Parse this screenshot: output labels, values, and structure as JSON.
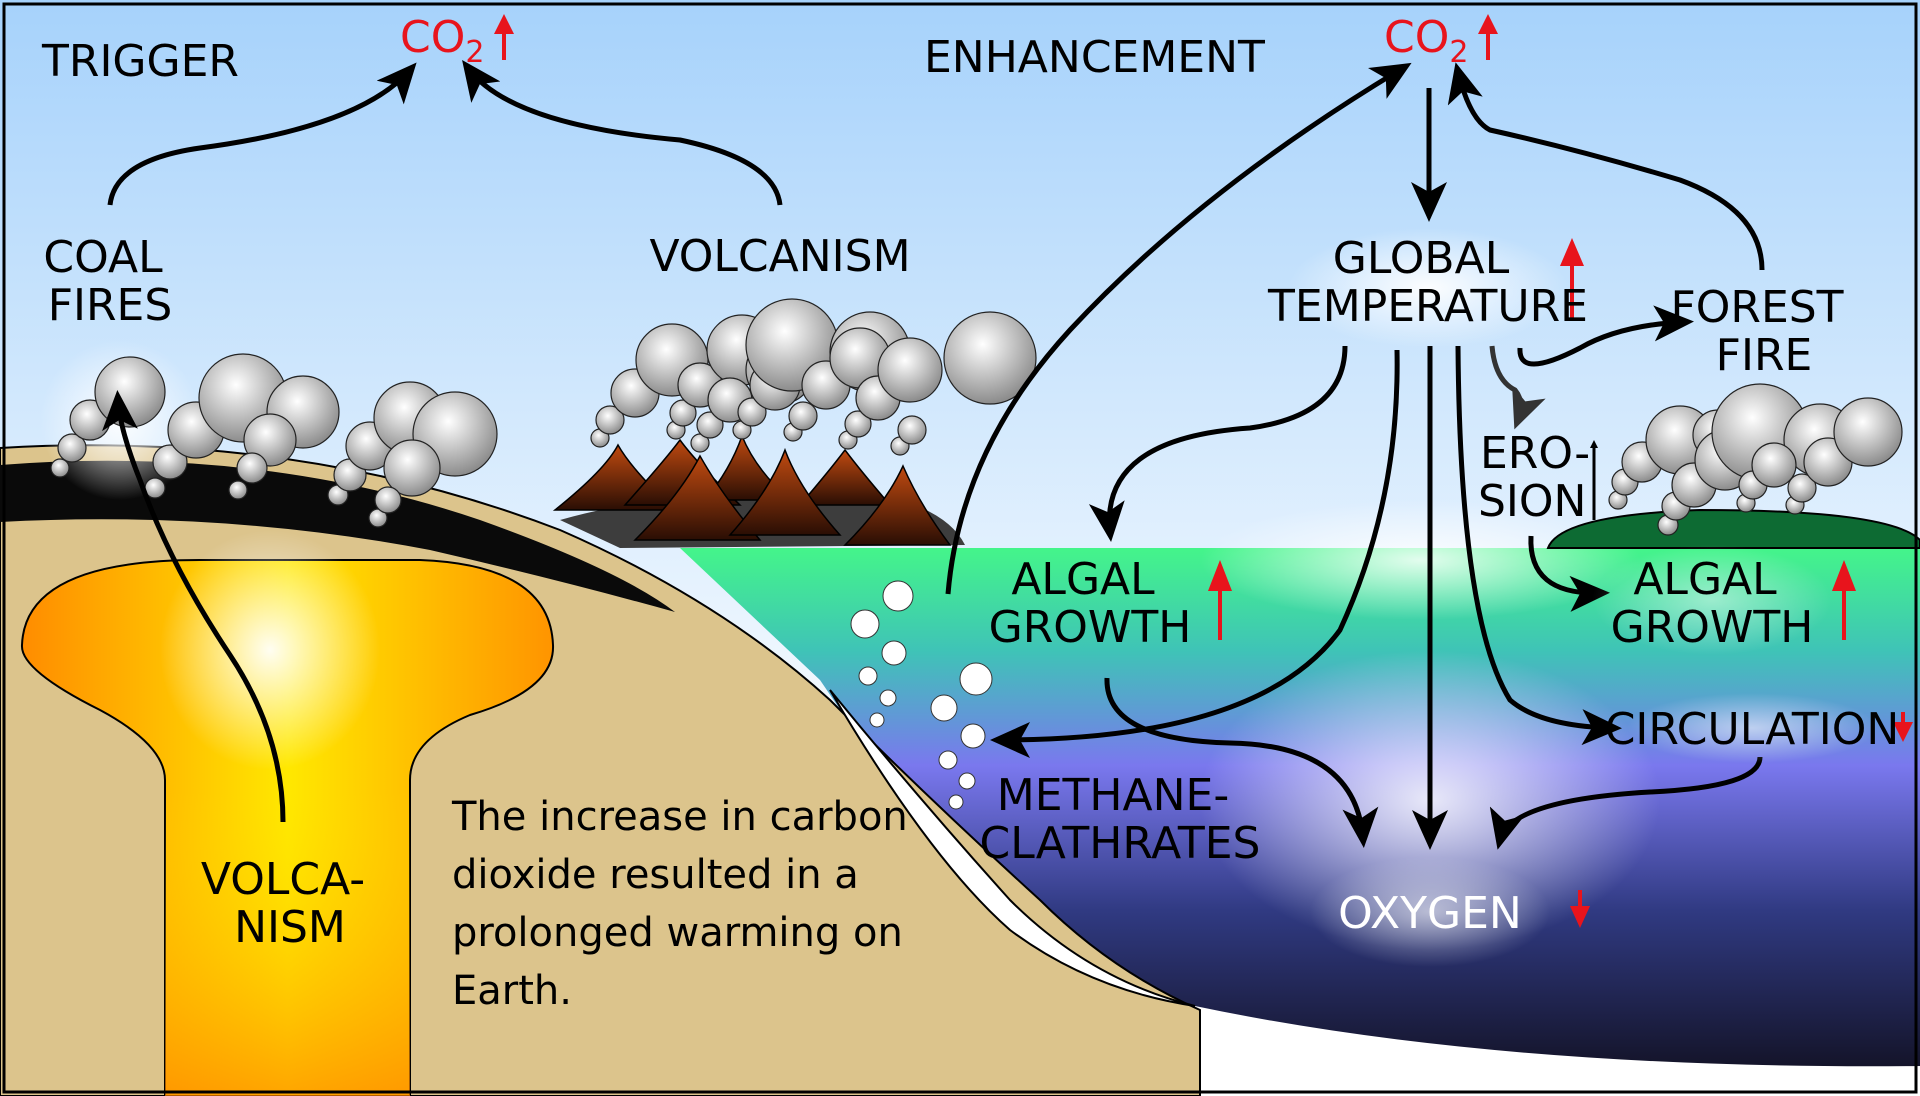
{
  "sections": {
    "trigger": "TRIGGER",
    "enhancement": "ENHANCEMENT"
  },
  "co2": {
    "label": "CO",
    "subscript": "2"
  },
  "labels": {
    "coal_fires_line1": "COAL",
    "coal_fires_line2": "FIRES",
    "volcanism": "VOLCANISM",
    "volcanism_underground_line1": "VOLCA-",
    "volcanism_underground_line2": "NISM",
    "global_temperature_line1": "GLOBAL",
    "global_temperature_line2": "TEMPERATURE",
    "forest_fire_line1": "FOREST",
    "forest_fire_line2": "FIRE",
    "erosion_line1": "ERO-",
    "erosion_line2": "SION",
    "algal_growth_line1": "ALGAL",
    "algal_growth_line2": "GROWTH",
    "circulation": "CIRCULATION",
    "methane_line1": "METHANE-",
    "methane_line2": "CLATHRATES",
    "oxygen": "OXYGEN"
  },
  "note": {
    "line1": "The increase in carbon",
    "line2": "dioxide resulted in a",
    "line3": "prolonged warming on",
    "line4": "Earth."
  },
  "colors": {
    "increase_arrow": "#e8141c",
    "decrease_arrow": "#e8141c",
    "sky_top": "#a6d2fb",
    "ocean_surface": "#44f58a",
    "ocean_deep": "#14142a",
    "magma": "#ffcc00",
    "land": "#dcc48c"
  }
}
